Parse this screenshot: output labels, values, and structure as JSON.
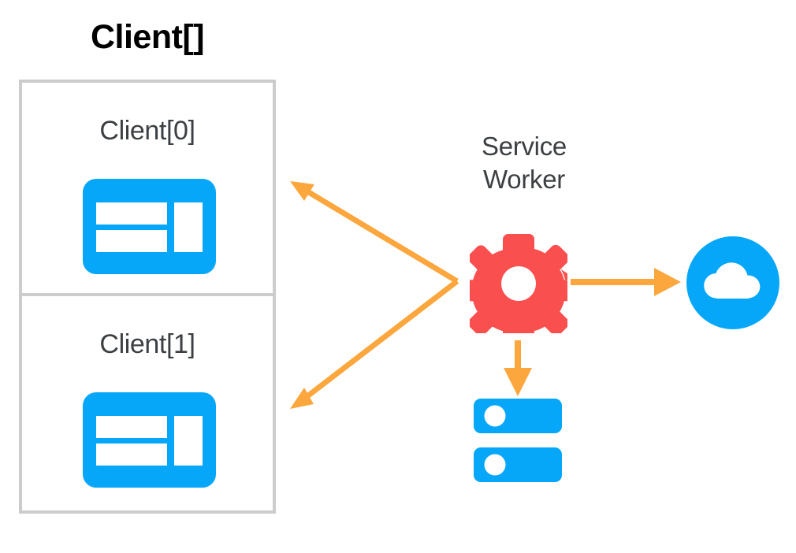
{
  "diagram": {
    "title": "Client[] / Service Worker architecture",
    "background": "#ffffff"
  },
  "colors": {
    "blue": "#06a7f8",
    "red": "#f9504f",
    "orange": "#fba73e",
    "border_gray": "#cccccc",
    "text_dark": "#3c4043",
    "text_black": "#000000",
    "white": "#ffffff"
  },
  "clients": {
    "heading": "Client[]",
    "items": [
      {
        "label": "Client[0]",
        "icon": "browser-window-icon"
      },
      {
        "label": "Client[1]",
        "icon": "browser-window-icon"
      }
    ]
  },
  "service_worker": {
    "label_line1": "Service",
    "label_line2": "Worker",
    "icon": "gear-icon"
  },
  "nodes": {
    "cloud": {
      "icon": "cloud-icon",
      "color": "#06a7f8"
    },
    "storage": {
      "icon": "database-icon",
      "color": "#06a7f8"
    }
  },
  "arrows": [
    {
      "name": "sw-to-client0",
      "from": "service-worker",
      "to": "client-0",
      "style": "single-head",
      "color": "#fba73e"
    },
    {
      "name": "sw-to-client1",
      "from": "service-worker",
      "to": "client-1",
      "style": "single-head",
      "color": "#fba73e"
    },
    {
      "name": "sw-to-cloud",
      "from": "service-worker",
      "to": "cloud",
      "style": "single-head",
      "color": "#fba73e"
    },
    {
      "name": "sw-to-storage",
      "from": "service-worker",
      "to": "storage",
      "style": "single-head",
      "color": "#fba73e"
    }
  ]
}
